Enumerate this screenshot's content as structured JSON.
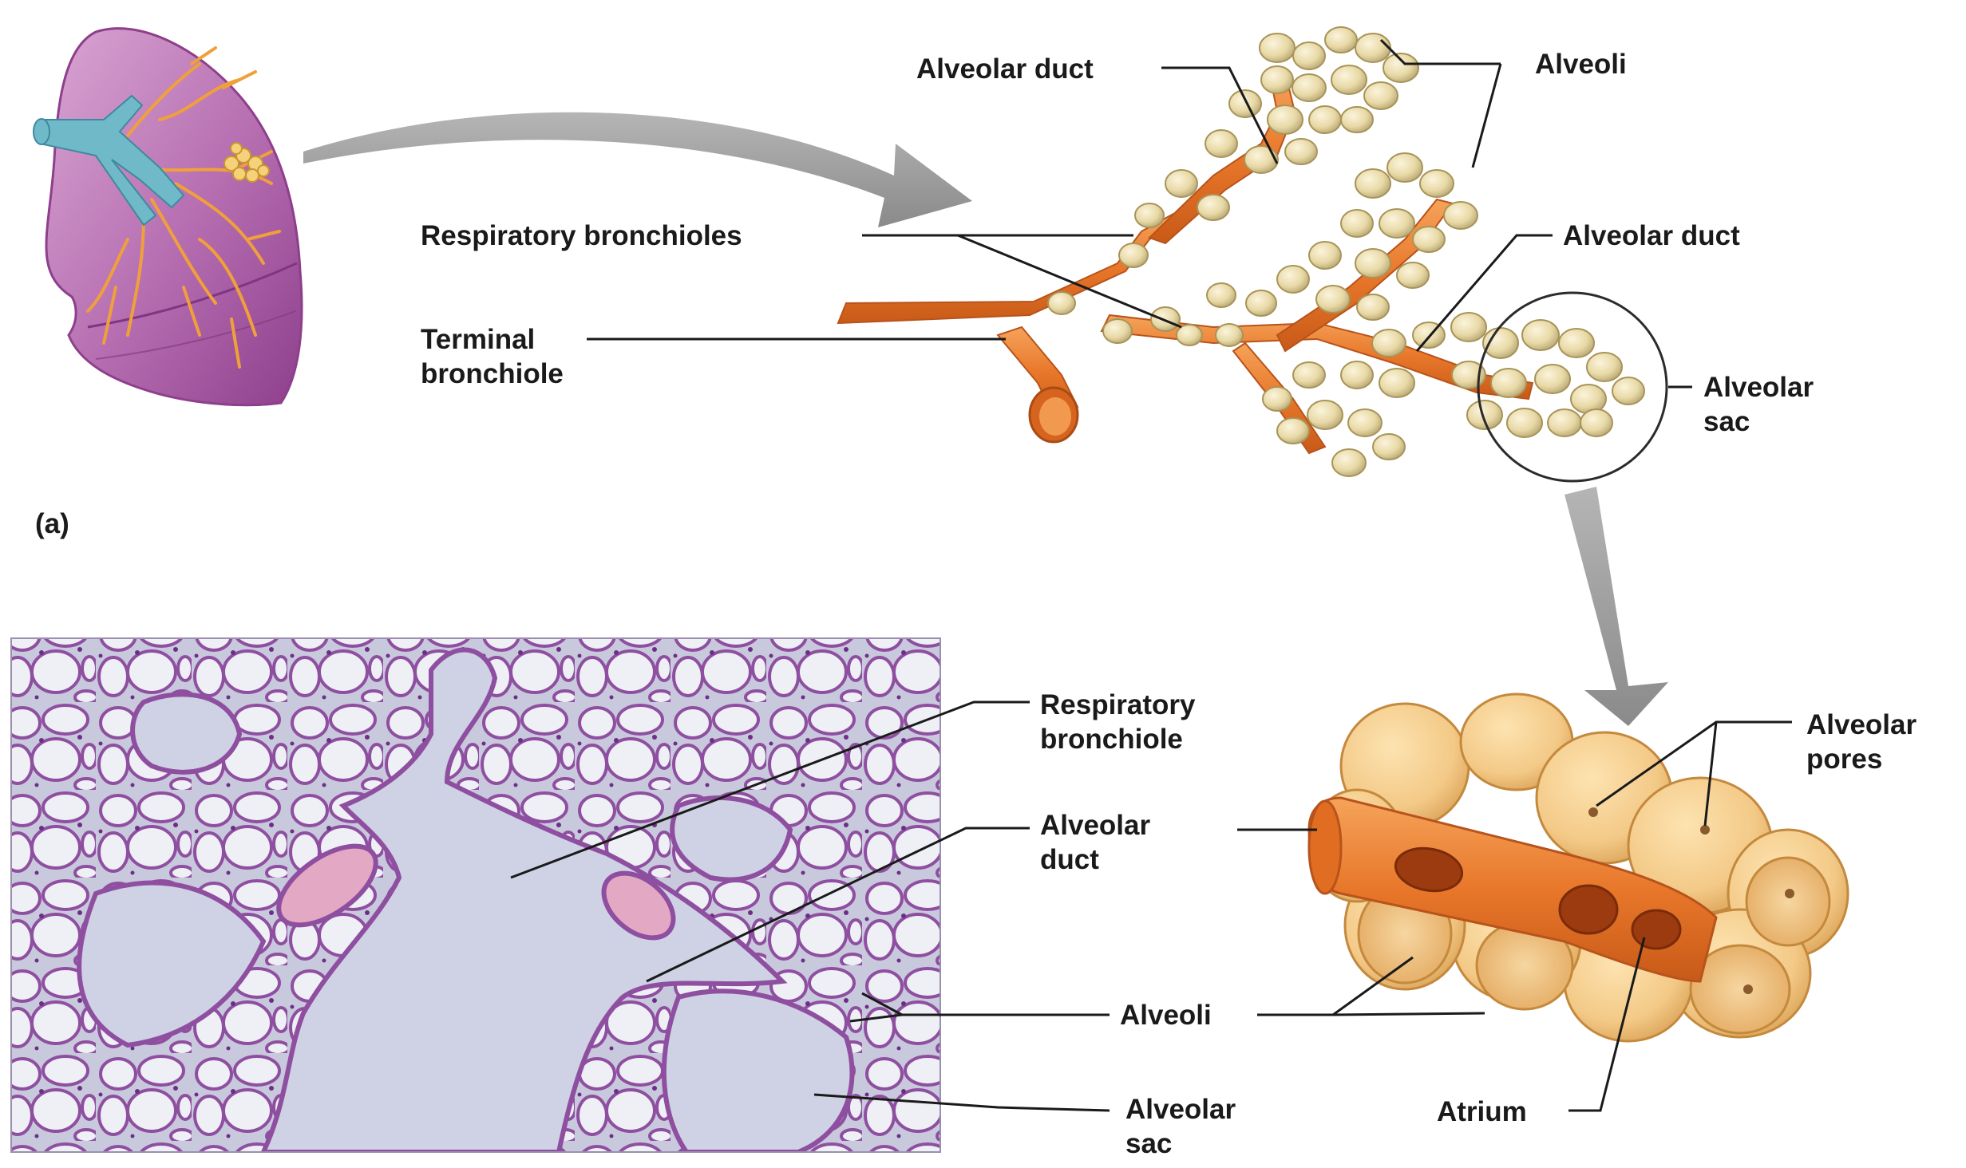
{
  "figure": {
    "panel_label": "(a)"
  },
  "bronchial_tree": {
    "alveolar_duct_top": "Alveolar duct",
    "alveoli": "Alveoli",
    "respiratory_bronchioles": "Respiratory bronchioles",
    "alveolar_duct_right": "Alveolar duct",
    "terminal_bronchiole_line1": "Terminal",
    "terminal_bronchiole_line2": "bronchiole",
    "alveolar_sac_line1": "Alveolar",
    "alveolar_sac_line2": "sac"
  },
  "micrograph": {
    "respiratory_bronchiole_line1": "Respiratory",
    "respiratory_bronchiole_line2": "bronchiole",
    "alveolar_duct_line1": "Alveolar",
    "alveolar_duct_line2": "duct",
    "alveoli": "Alveoli",
    "alveolar_sac_line1": "Alveolar",
    "alveolar_sac_line2": "sac"
  },
  "sac_detail": {
    "alveolar_pores_line1": "Alveolar",
    "alveolar_pores_line2": "pores",
    "atrium": "Atrium"
  },
  "colors": {
    "bronchiole_orange": "#e8772a",
    "alveolus_cream": "#ede0b2",
    "lung_purple": "#b56db0",
    "trachea_blue": "#6fb9c9",
    "tissue_pink": "#9a5fa8",
    "sac_gold": "#f3c987"
  }
}
